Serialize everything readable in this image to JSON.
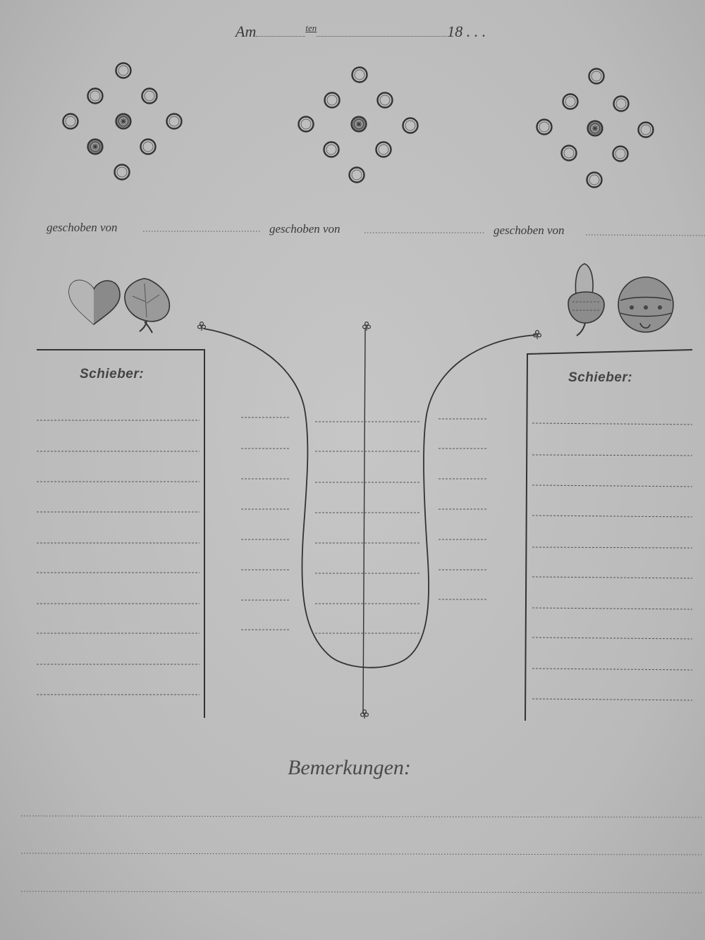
{
  "header": {
    "am": "Am",
    "ten": "ten",
    "year": "18",
    "trail": ". . ."
  },
  "signatures": {
    "label": "geschoben von"
  },
  "boards": {
    "left": "Schieber:",
    "right": "Schieber:"
  },
  "remarks": {
    "title": "Bemerkungen:"
  },
  "icons": [
    "heart-suit-icon",
    "leaf-suit-icon",
    "acorn-suit-icon",
    "bell-suit-icon"
  ]
}
